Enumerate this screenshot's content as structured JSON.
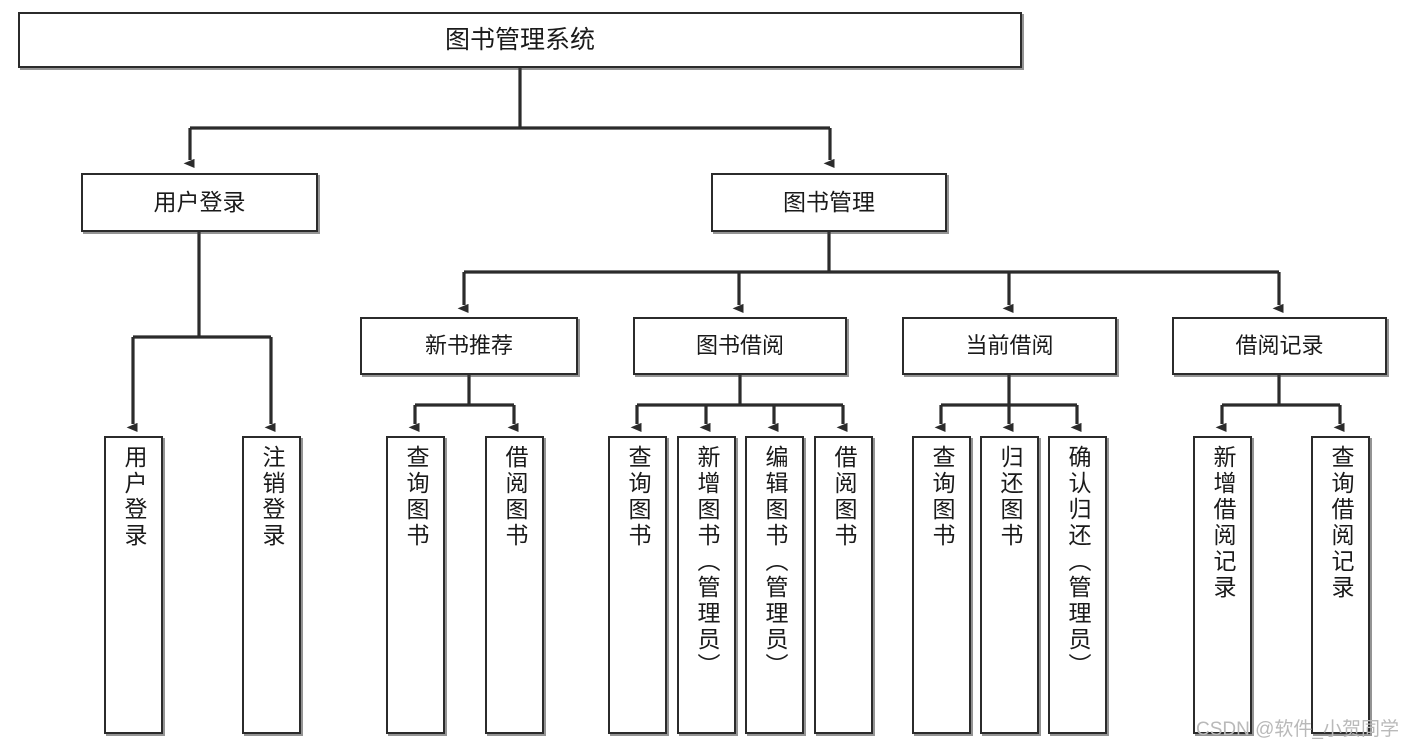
{
  "diagram": {
    "title": "图书管理系统",
    "watermark": "CSDN @软件_小贺同学",
    "line_color": "#2b2b2b",
    "box_fill": "#ffffff",
    "text_color": "#1a1a1a",
    "nodes": {
      "root": {
        "label": "图书管理系统"
      },
      "user_login": {
        "label": "用户登录"
      },
      "book_manage": {
        "label": "图书管理"
      },
      "new_book_rec": {
        "label": "新书推荐"
      },
      "book_borrow": {
        "label": "图书借阅"
      },
      "current_borrow": {
        "label": "当前借阅"
      },
      "borrow_record": {
        "label": "借阅记录"
      },
      "leaf_user_login": {
        "label": "用户登录"
      },
      "leaf_logout": {
        "label": "注销登录"
      },
      "leaf_query_book_a": {
        "label": "查询图书"
      },
      "leaf_borrow_book_a": {
        "label": "借阅图书"
      },
      "leaf_query_book_b": {
        "label": "查询图书"
      },
      "leaf_add_book_admin": {
        "label": "新增图书（管理员）"
      },
      "leaf_edit_book_admin": {
        "label": "编辑图书（管理员）"
      },
      "leaf_borrow_book_b": {
        "label": "借阅图书"
      },
      "leaf_query_book_c": {
        "label": "查询图书"
      },
      "leaf_return_book": {
        "label": "归还图书"
      },
      "leaf_confirm_return_admin": {
        "label": "确认归还（管理员）"
      },
      "leaf_add_record": {
        "label": "新增借阅记录"
      },
      "leaf_query_record": {
        "label": "查询借阅记录"
      }
    },
    "hierarchy": {
      "图书管理系统": {
        "用户登录": [
          "用户登录",
          "注销登录"
        ],
        "图书管理": {
          "新书推荐": [
            "查询图书",
            "借阅图书"
          ],
          "图书借阅": [
            "查询图书",
            "新增图书（管理员）",
            "编辑图书（管理员）",
            "借阅图书"
          ],
          "当前借阅": [
            "查询图书",
            "归还图书",
            "确认归还（管理员）"
          ],
          "借阅记录": [
            "新增借阅记录",
            "查询借阅记录"
          ]
        }
      }
    }
  }
}
